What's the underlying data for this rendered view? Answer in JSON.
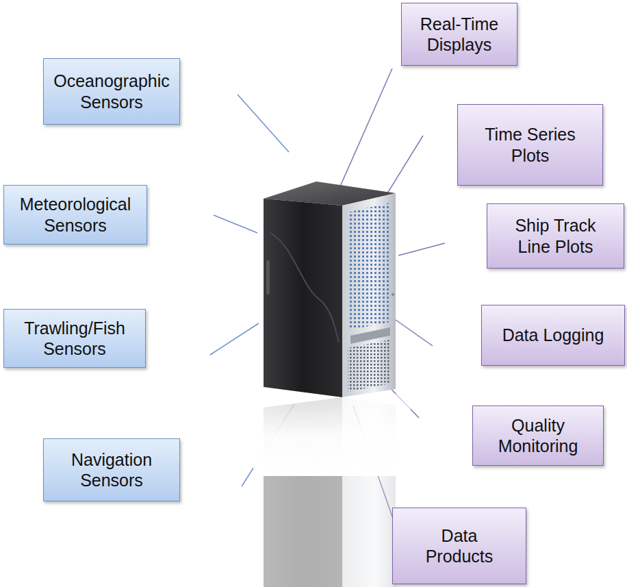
{
  "diagram": {
    "nodes": [
      {
        "text": [
          "Oceanographic Sensors"
        ]
      },
      {
        "text": [
          "Meteorological Sensors"
        ]
      },
      {
        "text": [
          "Trawling/Fish Sensors"
        ]
      },
      {
        "text": [
          "Navigation Sensors"
        ]
      },
      {
        "text": [
          "Real-Time Displays"
        ]
      },
      {
        "text": [
          "Time Series Plots"
        ]
      },
      {
        "text": [
          "Ship Track Line Plots"
        ]
      },
      {
        "text": [
          "Data Logging"
        ]
      },
      {
        "text": [
          "Quality Monitoring"
        ]
      },
      {
        "text": [
          "Data Products"
        ]
      }
    ]
  }
}
